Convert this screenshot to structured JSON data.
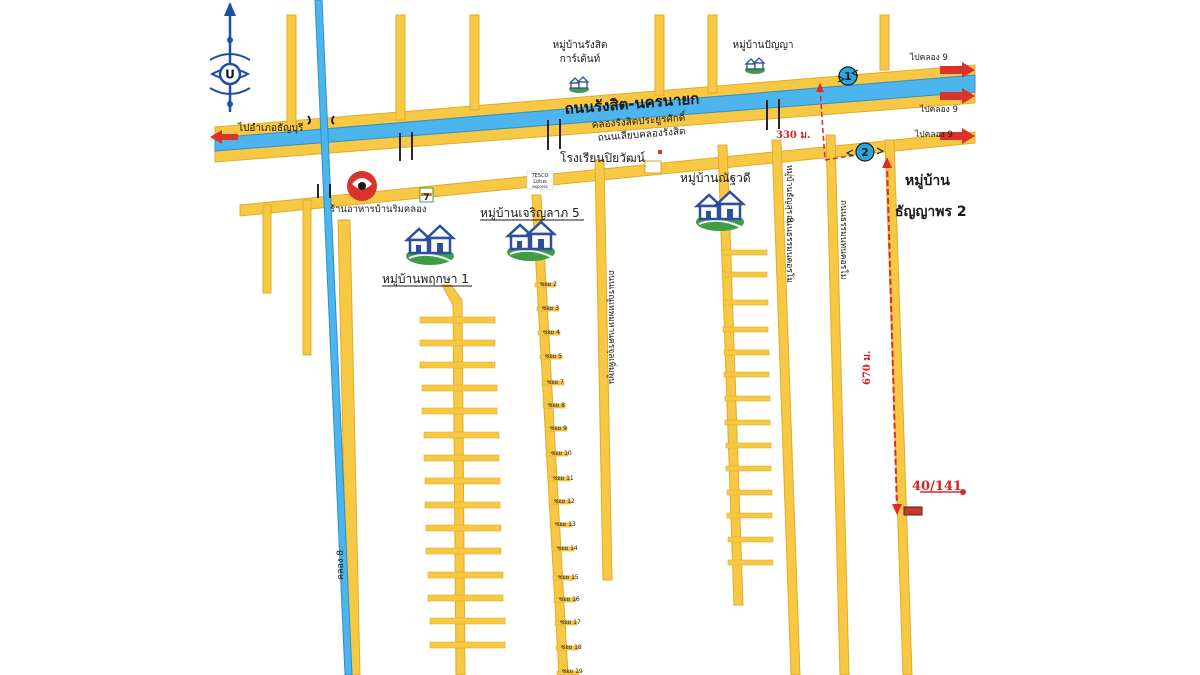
{
  "map": {
    "compass_letter": "U",
    "roads": {
      "main_road": "ถนนรังสิต-นครนายก",
      "canal_road": "คลองรังสิตประยูรศักดิ์",
      "canal_side_road": "ถนนเลียบคลองรังสิต",
      "canal8": "คลอง 8",
      "vertical_road_1": "ถนนเรณูเทพมหานครจุลเพิ่มพูน",
      "vertical_road_2": "หมู่บ้านธัญสุร 8",
      "vertical_road_3": "ถนนธรรมนคอรโม",
      "vertical_road_4": "ถนนธรรมนทนคอรโม"
    },
    "directions": {
      "to_district": "ไปอำเภอธัญบุรี",
      "to_canal9_top": "ไปคลอง 9",
      "to_canal9_mid": "ไปคลอง 9",
      "to_canal9_bottom": "ไปคลอง 9"
    },
    "landmarks": {
      "rangsit_garden_l1": "หมู่บ้านรังสิต",
      "rangsit_garden_l2": "การ์เด้นท์",
      "panya": "หมู่บ้านปัญญา",
      "school": "โรงเรียนปิยวัฒน์",
      "restaurant": "ร้านอาหารบ้านริมคลอง",
      "tesco_l1": "TESCO",
      "tesco_l2": "Lotus",
      "tesco_l3": "express",
      "charoenlap": "หมู่บ้านเจริญลาภ 5",
      "pruksa": "หมู่บ้านพฤกษา 1",
      "nanthawadee": "หมู่บ้านณัฐวดี",
      "target_village_l1": "หมู่บ้าน",
      "target_village_l2": "ธัญญาพร 2",
      "house_no": "40/141"
    },
    "markers": {
      "marker1": "1",
      "marker2": "2"
    },
    "distances": {
      "d1": "330 ม.",
      "d2": "670 ม."
    },
    "sois": [
      "ซอย 2",
      "ซอย 3",
      "ซอย 4",
      "ซอย 5",
      "ซอย 7",
      "ซอย 8",
      "ซอย 9",
      "ซอย 10",
      "ซอย 11",
      "ซอย 12",
      "ซอย 13",
      "ซอย 14",
      "ซอย 15",
      "ซอย 16",
      "ซอย 17",
      "ซอย 18",
      "ซอย 19"
    ],
    "colors": {
      "road": "#f6c843",
      "road_edge": "#e2ac28",
      "canal": "#4db5ee",
      "arrow_red": "#d9332b",
      "compass": "#1e4fa6",
      "marker": "#2aa6df",
      "route_red": "#e02a2a",
      "village_green": "#3f9e45",
      "village_blue": "#2e4f9c"
    }
  }
}
